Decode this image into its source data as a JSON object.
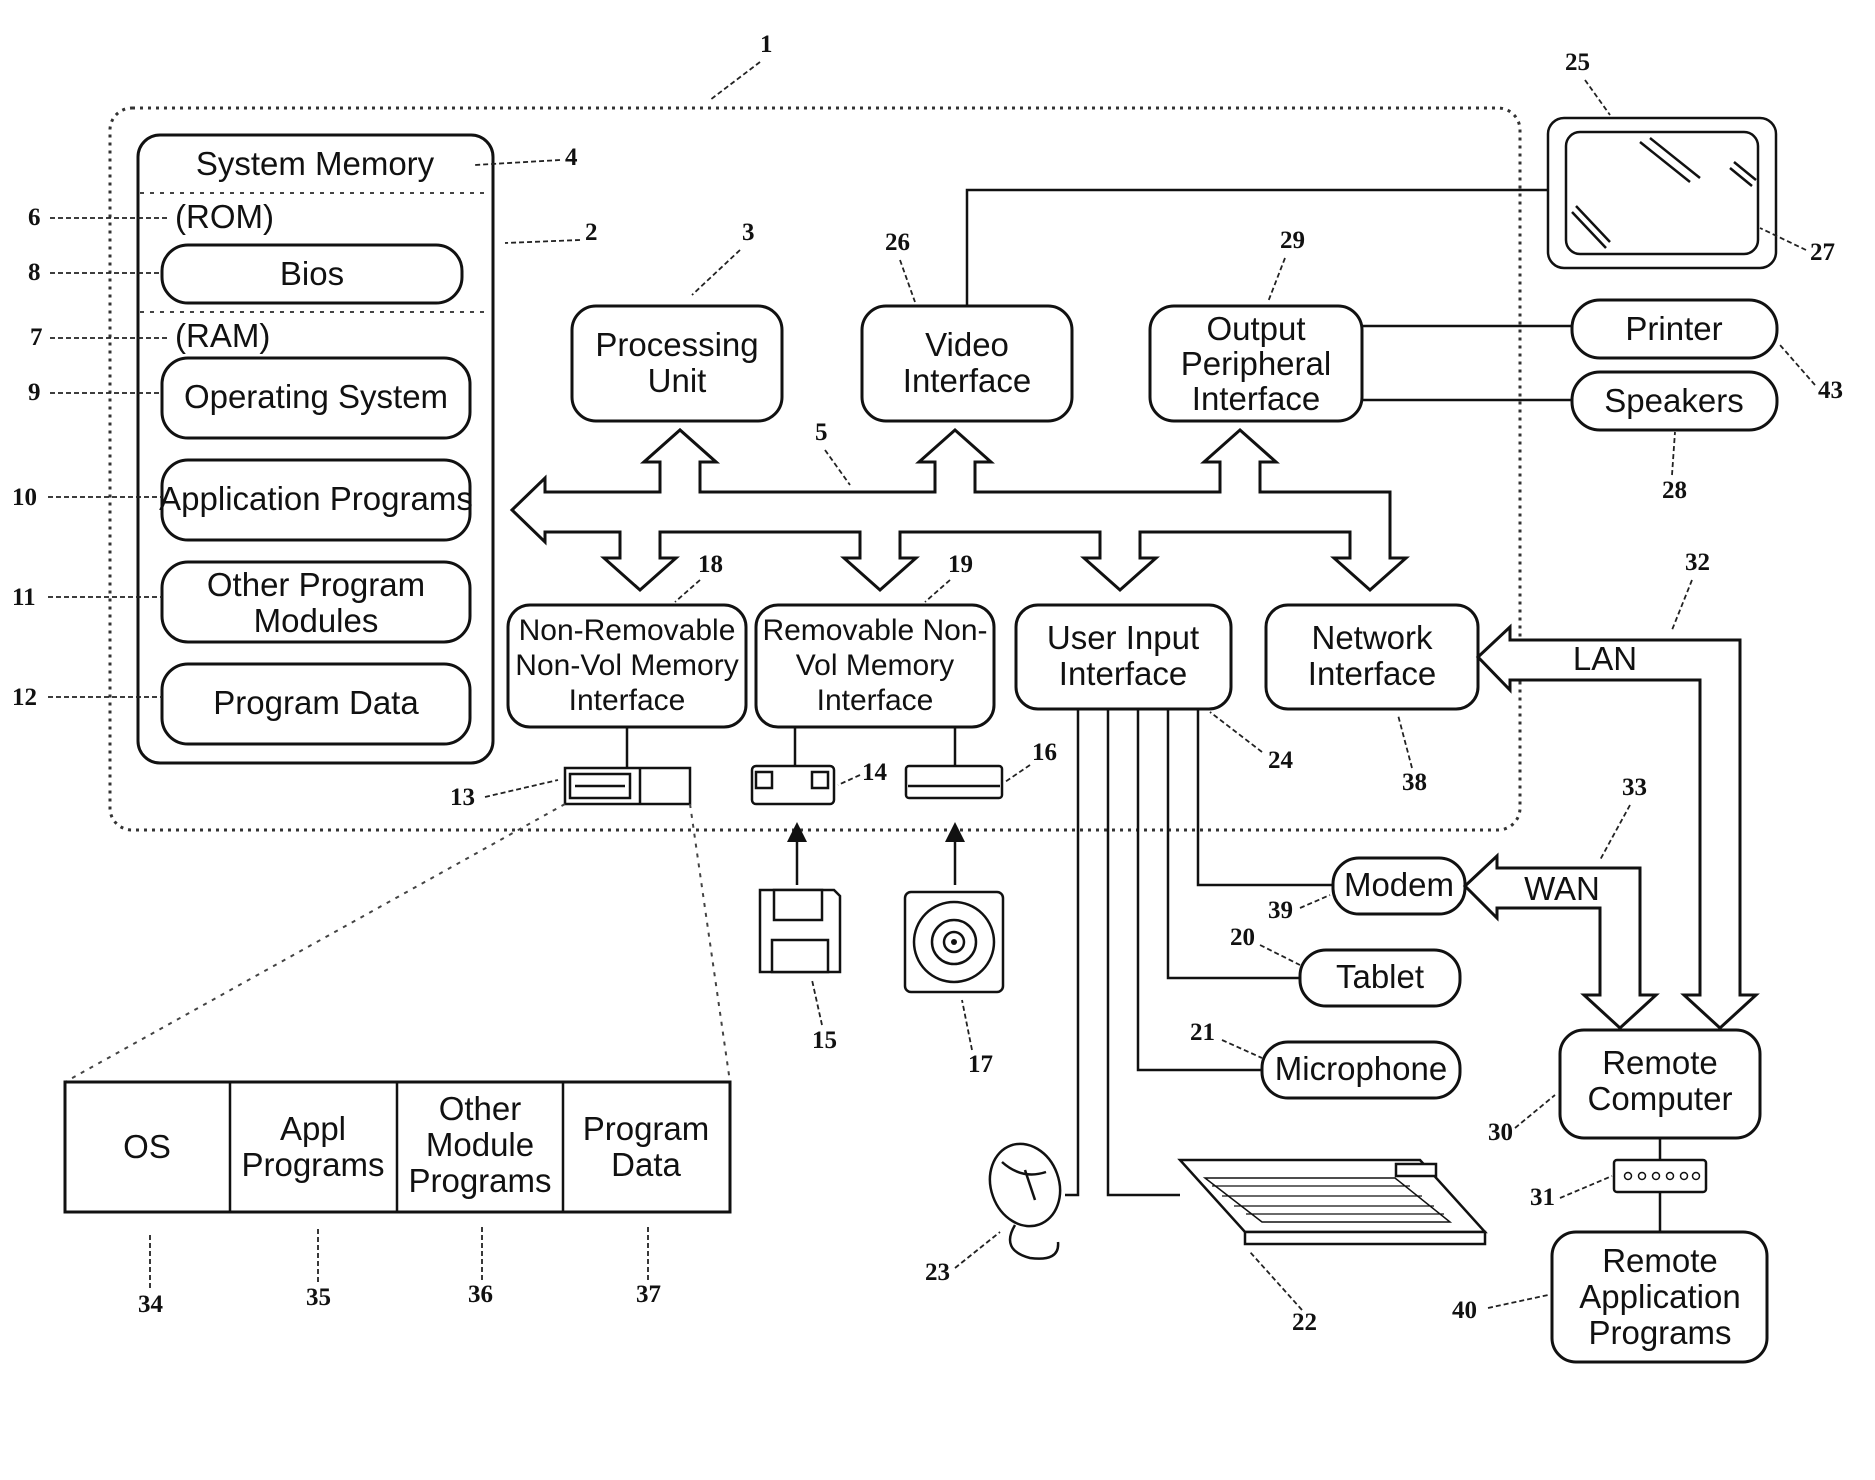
{
  "labels": {
    "system_memory": "System Memory",
    "rom": "(ROM)",
    "bios": "Bios",
    "ram": "(RAM)",
    "operating_system": "Operating System",
    "application_programs": "Application Programs",
    "other_program_modules": [
      "Other Program",
      "Modules"
    ],
    "program_data": "Program Data",
    "processing_unit": [
      "Processing",
      "Unit"
    ],
    "video_interface": [
      "Video",
      "Interface"
    ],
    "output_peripheral_interface": [
      "Output",
      "Peripheral",
      "Interface"
    ],
    "printer": "Printer",
    "speakers": "Speakers",
    "non_removable": [
      "Non-Removable",
      "Non-Vol Memory",
      "Interface"
    ],
    "removable": [
      "Removable Non-",
      "Vol Memory",
      "Interface"
    ],
    "user_input_interface": [
      "User Input",
      "Interface"
    ],
    "network_interface": [
      "Network",
      "Interface"
    ],
    "lan": "LAN",
    "wan": "WAN",
    "modem": "Modem",
    "tablet": "Tablet",
    "microphone": "Microphone",
    "remote_computer": [
      "Remote",
      "Computer"
    ],
    "remote_application_programs": [
      "Remote",
      "Application",
      "Programs"
    ],
    "table_os": "OS",
    "table_appl": [
      "Appl",
      "Programs"
    ],
    "table_other": [
      "Other",
      "Module",
      "Programs"
    ],
    "table_program_data": [
      "Program",
      "Data"
    ]
  },
  "refs": {
    "r1": "1",
    "r2": "2",
    "r3": "3",
    "r4": "4",
    "r5": "5",
    "r6": "6",
    "r7": "7",
    "r8": "8",
    "r9": "9",
    "r10": "10",
    "r11": "11",
    "r12": "12",
    "r13": "13",
    "r14": "14",
    "r15": "15",
    "r16": "16",
    "r17": "17",
    "r18": "18",
    "r19": "19",
    "r20": "20",
    "r21": "21",
    "r22": "22",
    "r23": "23",
    "r24": "24",
    "r25": "25",
    "r26": "26",
    "r27": "27",
    "r28": "28",
    "r29": "29",
    "r30": "30",
    "r31": "31",
    "r32": "32",
    "r33": "33",
    "r34": "34",
    "r35": "35",
    "r36": "36",
    "r37": "37",
    "r38": "38",
    "r39": "39",
    "r40": "40",
    "r43": "43"
  },
  "icons": {
    "monitor": "monitor-icon",
    "floppy_drive": "floppy-drive-icon",
    "optical_drive": "optical-drive-icon",
    "floppy_disk": "floppy-disk-icon",
    "cd_disc": "cd-disc-icon",
    "hard_disk": "hard-disk-icon",
    "mouse": "mouse-icon",
    "keyboard": "keyboard-icon",
    "network_hub": "network-hub-icon"
  }
}
